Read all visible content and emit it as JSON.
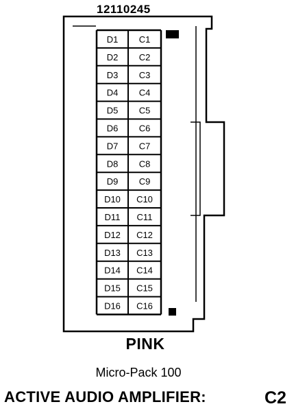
{
  "part_number": "12110245",
  "color": "PINK",
  "connector_type": "Micro-Pack 100",
  "component": "ACTIVE AUDIO AMPLIFIER:",
  "connector_id": "C2",
  "pins": [
    {
      "d": "D1",
      "c": "C1"
    },
    {
      "d": "D2",
      "c": "C2"
    },
    {
      "d": "D3",
      "c": "C3"
    },
    {
      "d": "D4",
      "c": "C4"
    },
    {
      "d": "D5",
      "c": "C5"
    },
    {
      "d": "D6",
      "c": "C6"
    },
    {
      "d": "D7",
      "c": "C7"
    },
    {
      "d": "D8",
      "c": "C8"
    },
    {
      "d": "D9",
      "c": "C9"
    },
    {
      "d": "D10",
      "c": "C10"
    },
    {
      "d": "D11",
      "c": "C11"
    },
    {
      "d": "D12",
      "c": "C12"
    },
    {
      "d": "D13",
      "c": "C13"
    },
    {
      "d": "D14",
      "c": "C14"
    },
    {
      "d": "D15",
      "c": "C15"
    },
    {
      "d": "D16",
      "c": "C16"
    }
  ]
}
